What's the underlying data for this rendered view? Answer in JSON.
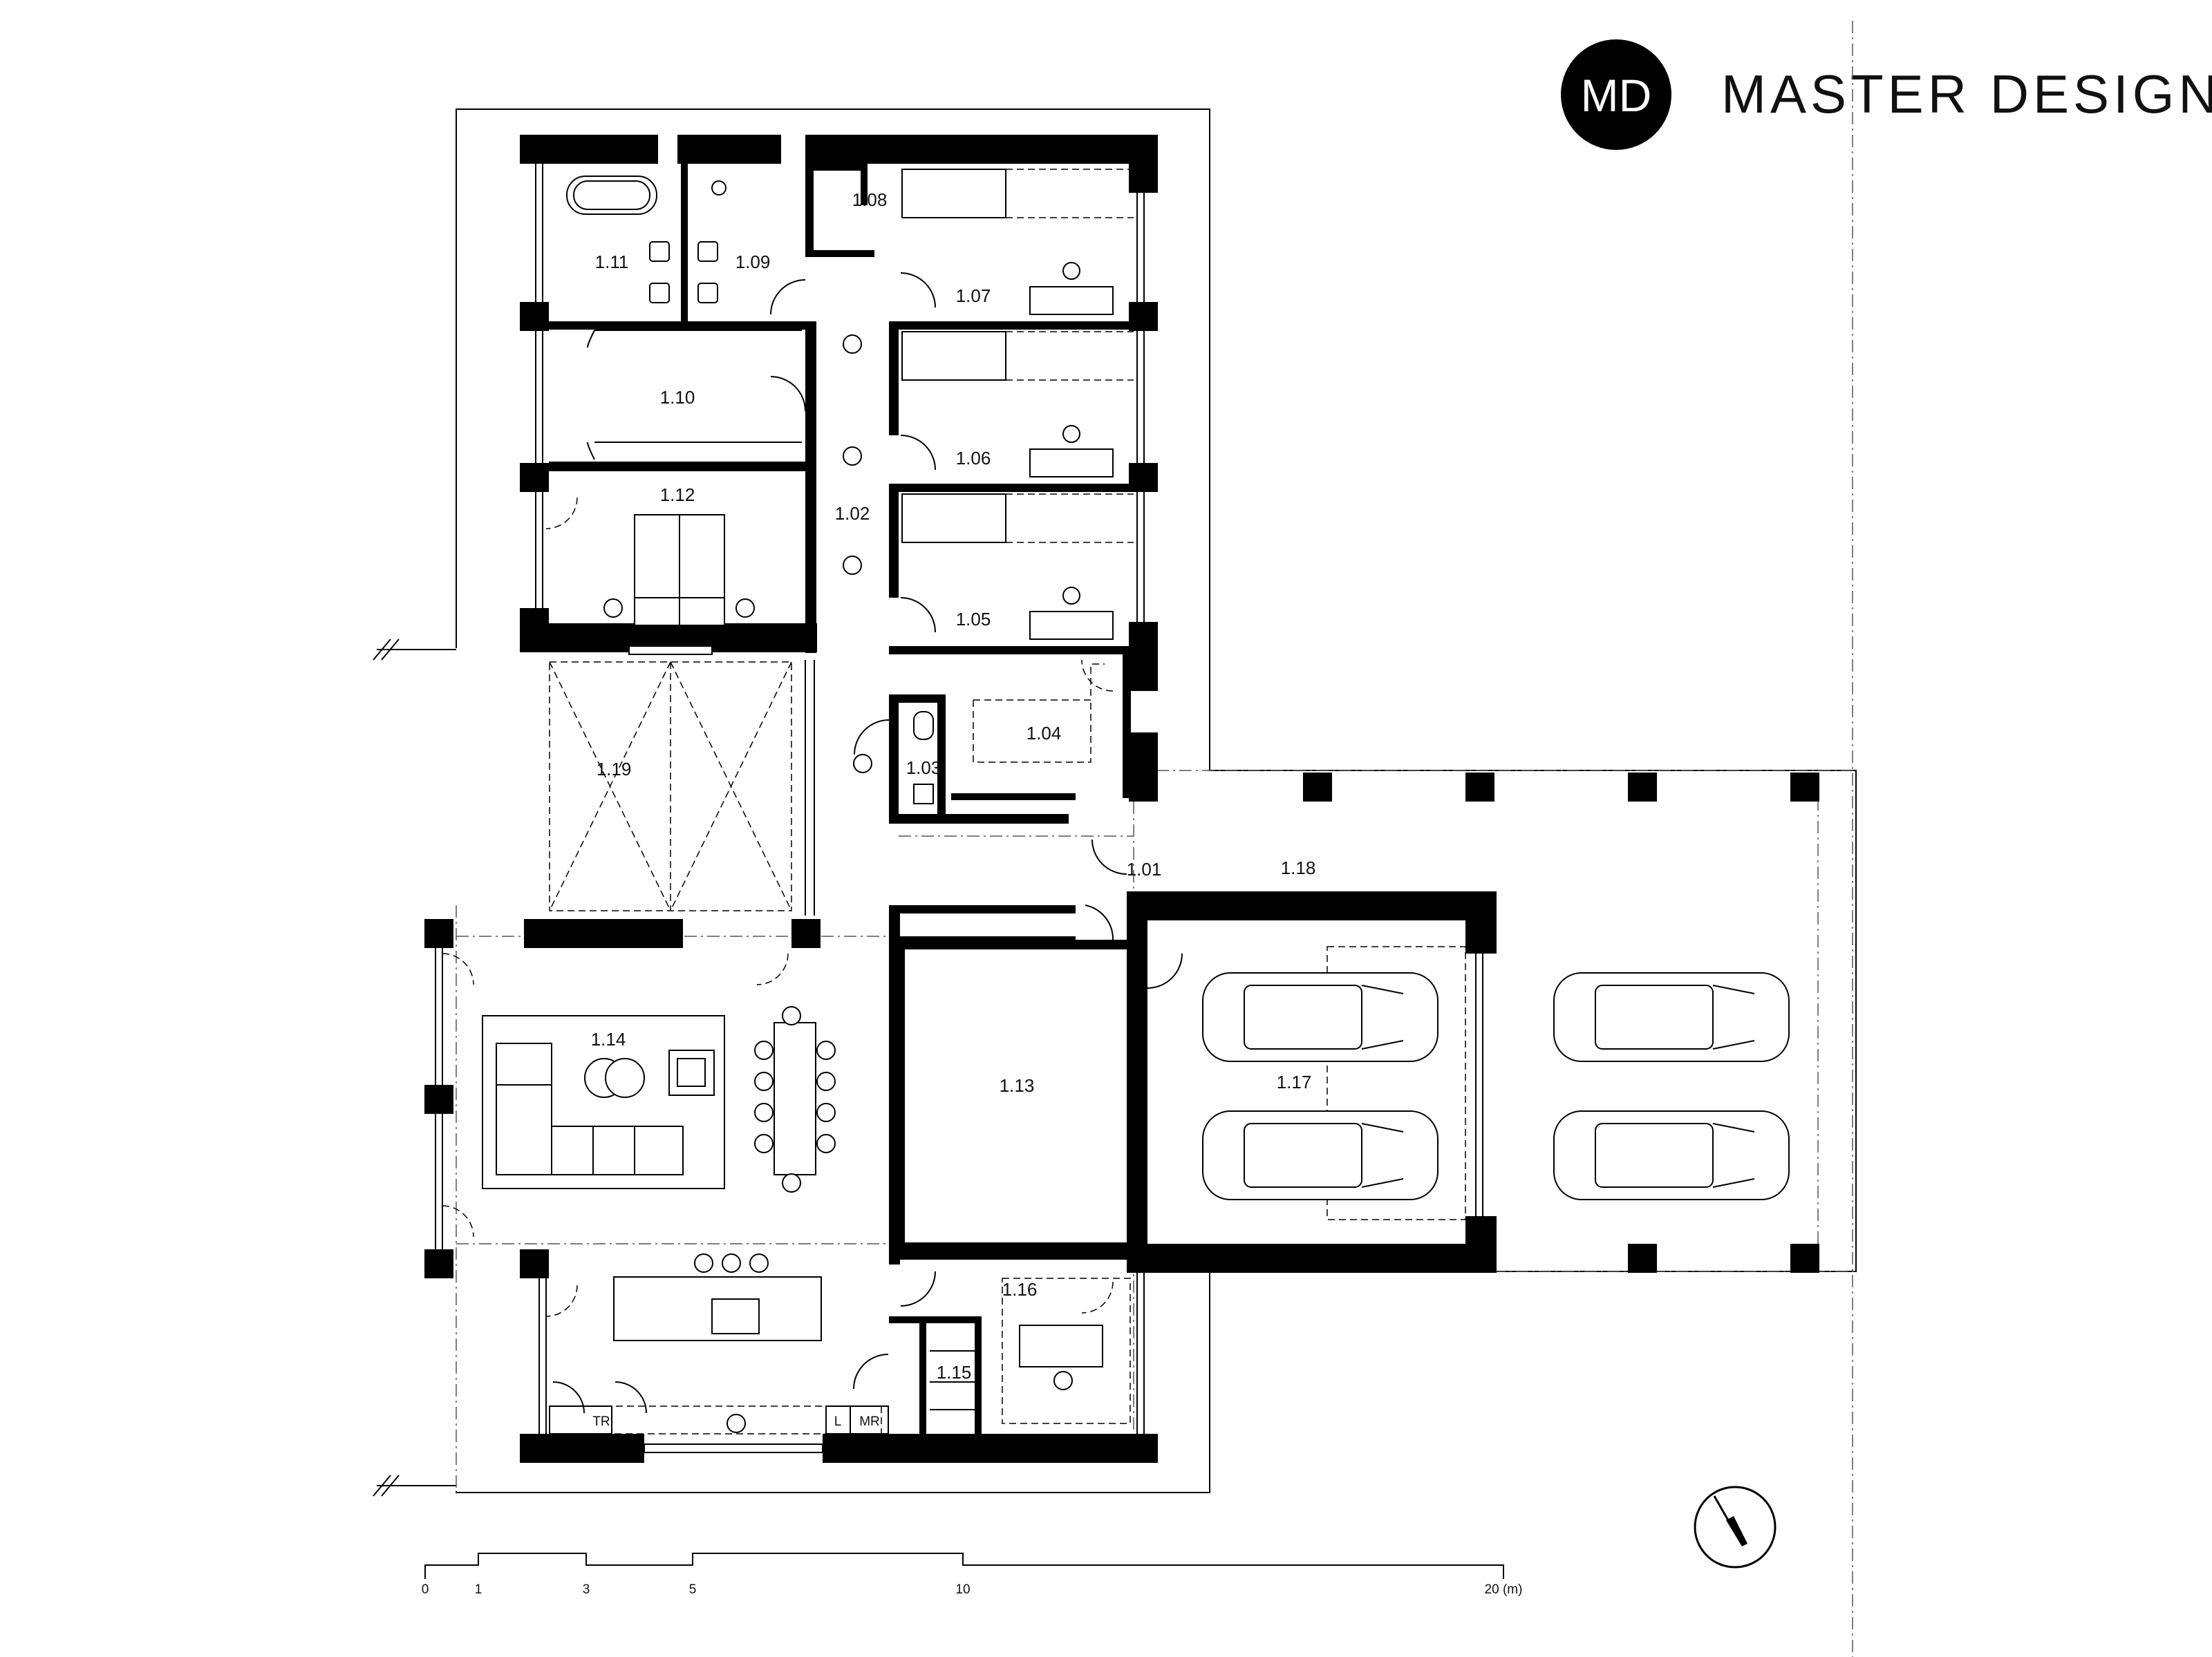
{
  "brand": {
    "monogram": "MD",
    "name": "MASTER DESIGN"
  },
  "rooms": [
    {
      "id": "1.01"
    },
    {
      "id": "1.02"
    },
    {
      "id": "1.03"
    },
    {
      "id": "1.04"
    },
    {
      "id": "1.05"
    },
    {
      "id": "1.06"
    },
    {
      "id": "1.07"
    },
    {
      "id": "1.08"
    },
    {
      "id": "1.09"
    },
    {
      "id": "1.10"
    },
    {
      "id": "1.11"
    },
    {
      "id": "1.12"
    },
    {
      "id": "1.13"
    },
    {
      "id": "1.14"
    },
    {
      "id": "1.15"
    },
    {
      "id": "1.16"
    },
    {
      "id": "1.17"
    },
    {
      "id": "1.18"
    },
    {
      "id": "1.19"
    }
  ],
  "fixture_labels": {
    "tr": "TR",
    "l": "L",
    "mr": "MR"
  },
  "scale_bar": {
    "ticks": [
      "0",
      "1",
      "3",
      "5",
      "10",
      "20 (m)"
    ]
  },
  "icons": [
    "north-arrow-icon",
    "car-icon"
  ]
}
